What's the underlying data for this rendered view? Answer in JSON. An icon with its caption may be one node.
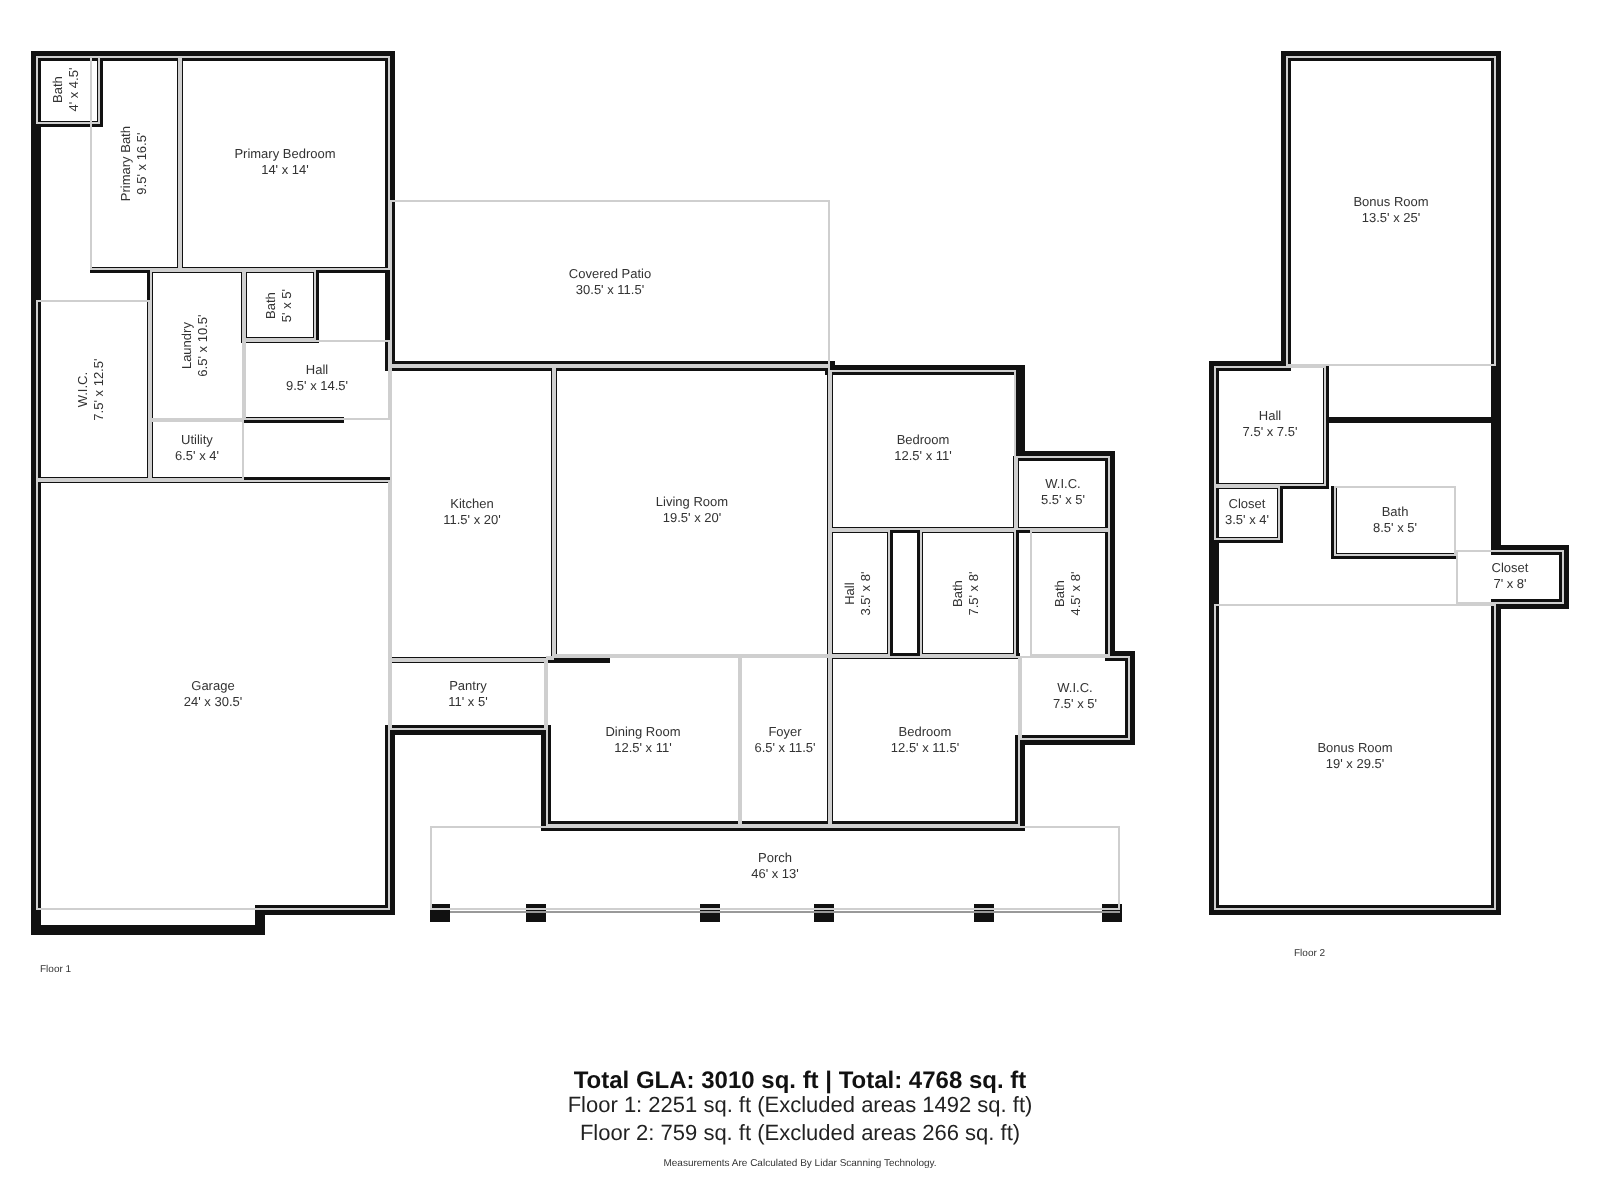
{
  "diagram": {
    "title": "Total GLA: 3010 sq. ft | Total: 4768 sq. ft",
    "nodes": [
      {
        "text": [
          "Bath",
          "4' x 4.5'"
        ]
      },
      {
        "text": [
          "Primary Bath",
          "9.5' x 16.5'"
        ]
      },
      {
        "text": [
          "Primary Bedroom",
          "14' x 14'"
        ]
      },
      {
        "text": [
          "Covered Patio",
          "30.5' x 11.5'"
        ]
      },
      {
        "text": [
          "Laundry",
          "6.5' x 10.5'"
        ]
      },
      {
        "text": [
          "Bath",
          "5' x 5'"
        ]
      },
      {
        "text": [
          "W.I.C.",
          "7.5' x 12.5'"
        ]
      },
      {
        "text": [
          "Hall",
          "9.5' x 14.5'"
        ]
      },
      {
        "text": [
          "Utility",
          "6.5' x 4'"
        ]
      },
      {
        "text": [
          "Kitchen",
          "11.5' x 20'"
        ]
      },
      {
        "text": [
          "Bedroom",
          "12.5' x 11'"
        ]
      },
      {
        "text": [
          "W.I.C.",
          "5.5' x 5'"
        ]
      },
      {
        "text": [
          "Living Room",
          "19.5' x 20'"
        ]
      },
      {
        "text": [
          "Hall",
          "3.5' x 8'"
        ]
      },
      {
        "text": [
          "Bath",
          "7.5' x 8'"
        ]
      },
      {
        "text": [
          "Bath",
          "4.5' x 8'"
        ]
      },
      {
        "text": [
          "Garage",
          "24' x 30.5'"
        ]
      },
      {
        "text": [
          "Pantry",
          "11' x 5'"
        ]
      },
      {
        "text": [
          "W.I.C.",
          "7.5' x 5'"
        ]
      },
      {
        "text": [
          "Dining Room",
          "12.5' x 11'"
        ]
      },
      {
        "text": [
          "Foyer",
          "6.5' x 11.5'"
        ]
      },
      {
        "text": [
          "Bedroom",
          "12.5' x 11.5'"
        ]
      },
      {
        "text": [
          "Porch",
          "46' x 13'"
        ]
      },
      {
        "text": [
          "Bonus Room",
          "13.5' x 25'"
        ]
      },
      {
        "text": [
          "Hall",
          "7.5' x 7.5'"
        ]
      },
      {
        "text": [
          "Closet",
          "3.5' x 4'"
        ]
      },
      {
        "text": [
          "Bath",
          "8.5' x 5'"
        ]
      },
      {
        "text": [
          "Closet",
          "7' x 8'"
        ]
      },
      {
        "text": [
          "Bonus Room",
          "19' x 29.5'"
        ]
      }
    ],
    "labels": [
      "Floor 1",
      "Floor 2",
      "Floor 1: 2251 sq. ft (Excluded areas 1492 sq. ft)",
      "Floor 2: 759 sq. ft (Excluded areas 266 sq. ft)",
      "Measurements Are Calculated By Lidar Scanning Technology."
    ]
  }
}
